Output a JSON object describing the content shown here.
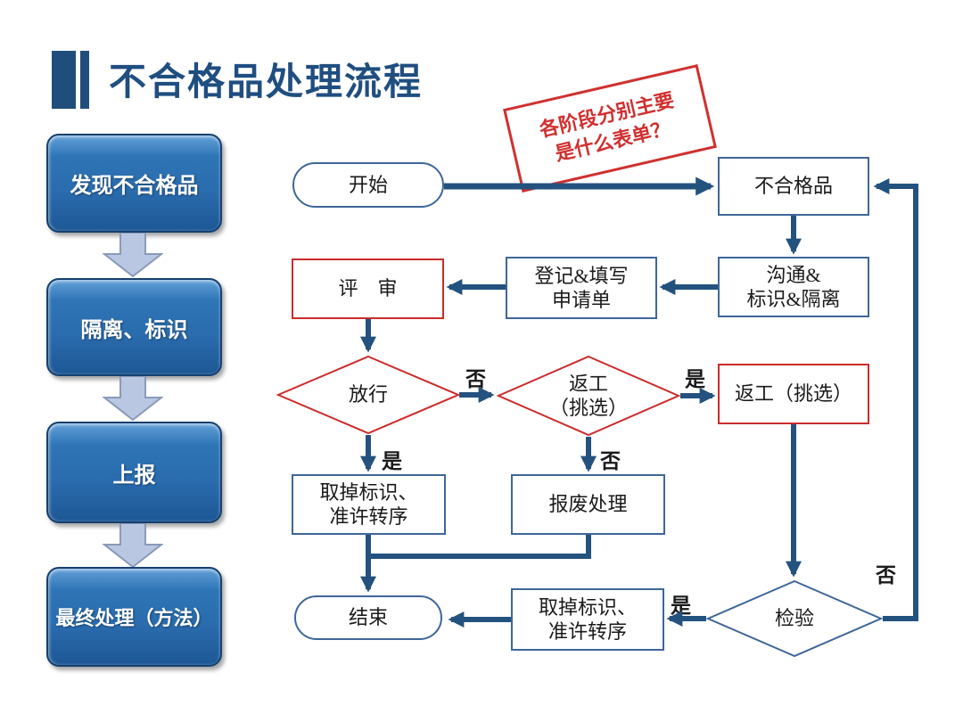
{
  "title": {
    "text": "不合格品处理流程"
  },
  "annotation": {
    "line1": "各阶段分别主要",
    "line2": "是什么表单？"
  },
  "sidebar": {
    "steps": [
      {
        "label": "发现不合格品"
      },
      {
        "label": "隔离、标识"
      },
      {
        "label": "上报"
      },
      {
        "label": "最终处理（方法）"
      }
    ]
  },
  "flow": {
    "start": "开始",
    "nonconforming": "不合格品",
    "communicate_line1": "沟通&",
    "communicate_line2": "标识&隔离",
    "register_line1": "登记&填写",
    "register_line2": "申请单",
    "review": "评　审",
    "release": "放行",
    "rework_diamond_line1": "返工",
    "rework_diamond_line2": "（挑选）",
    "rework_box": "返工（挑选）",
    "remove_mark_line1": "取掉标识、",
    "remove_mark_line2": "准许转序",
    "scrap": "报废处理",
    "end": "结束",
    "remove_mark2_line1": "取掉标识、",
    "remove_mark2_line2": "准许转序",
    "inspect": "检验",
    "labels": {
      "release_no": "否",
      "rework_yes": "是",
      "release_yes": "是",
      "rework_no": "否",
      "inspect_yes": "是",
      "inspect_no": "否"
    }
  },
  "colors": {
    "title_navy": "#1f4e7d",
    "node_border_blue": "#3f6699",
    "node_border_red": "#cc2b2b",
    "connector": "#24527f",
    "sidebar_fill": "#2e75b6",
    "sidebar_arrow_fill": "#b9c7e2",
    "note_red": "#d03030"
  }
}
